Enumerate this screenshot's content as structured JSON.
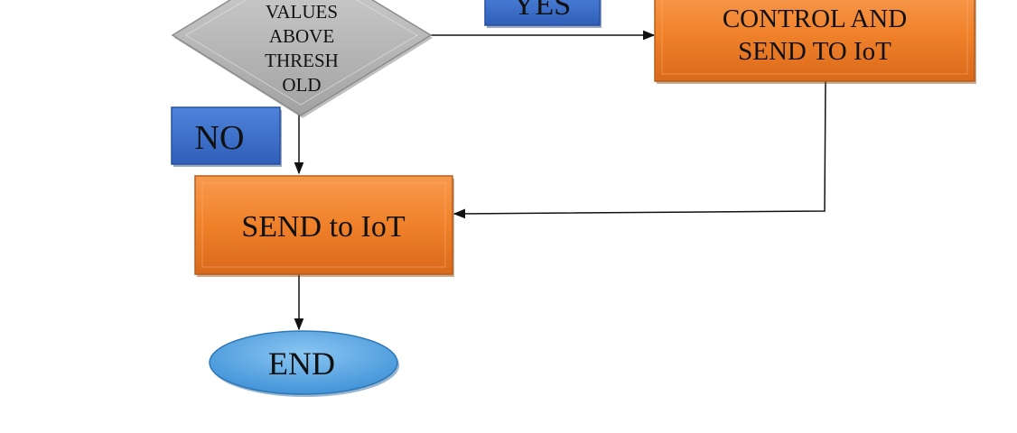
{
  "decision": {
    "lines": [
      "VALUES",
      "ABOVE",
      "THRESH",
      "OLD"
    ]
  },
  "labels": {
    "yes": "YES",
    "no": "NO"
  },
  "process_control": {
    "lines": [
      "CONTROL AND",
      "SEND TO IoT"
    ]
  },
  "process_send": {
    "text": "SEND to IoT"
  },
  "end": {
    "text": "END"
  },
  "colors": {
    "process_fill": "#f0812a",
    "process_dark": "#c35f16",
    "label_fill": "#3a6fc9",
    "label_dark": "#274f9e",
    "diamond_fill": "#b8b8b8",
    "diamond_dark": "#8c8c8c",
    "terminator_fill": "#5aa7e3",
    "terminator_dark": "#2f78b8",
    "connector": "#111111"
  }
}
